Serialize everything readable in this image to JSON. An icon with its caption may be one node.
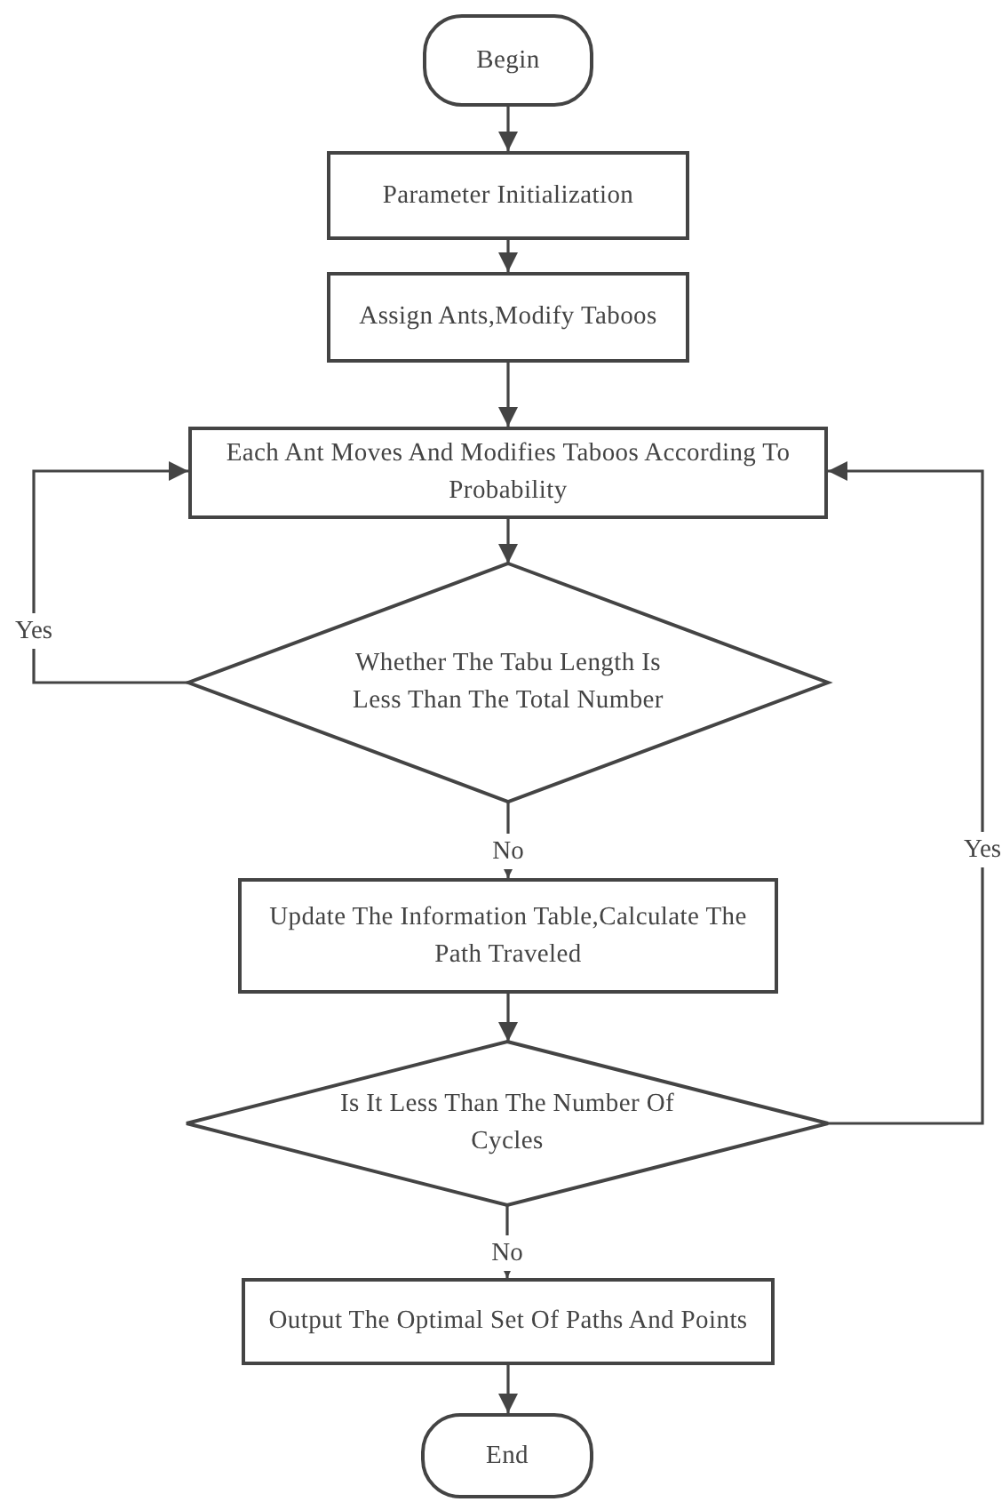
{
  "diagram": {
    "nodes": [
      {
        "text": [
          "Begin"
        ]
      },
      {
        "text": [
          "Parameter Initialization"
        ]
      },
      {
        "text": [
          "Assign Ants,Modify Taboos"
        ]
      },
      {
        "text": [
          "Each Ant Moves And Modifies Taboos According To Probability"
        ]
      },
      {
        "text": [
          "Whether The Tabu Length Is Less Than The Total Number"
        ]
      },
      {
        "text": [
          "Update The Information Table,Calculate The Path Traveled"
        ]
      },
      {
        "text": [
          "Is It Less Than The Number Of Cycles"
        ]
      },
      {
        "text": [
          "Output The Optimal Set Of Paths And Points"
        ]
      },
      {
        "text": [
          "End"
        ]
      }
    ],
    "edges": [
      {
        "from": 0,
        "to": 1,
        "arrow": "to"
      },
      {
        "from": 1,
        "to": 2,
        "arrow": "to"
      },
      {
        "from": 2,
        "to": 3,
        "arrow": "to"
      },
      {
        "from": 3,
        "to": 4,
        "arrow": "to"
      },
      {
        "from": 4,
        "to": 3,
        "arrow": "to",
        "label": "Yes"
      },
      {
        "from": 4,
        "to": 5,
        "arrow": "to",
        "label": "No"
      },
      {
        "from": 5,
        "to": 6,
        "arrow": "to"
      },
      {
        "from": 6,
        "to": 3,
        "arrow": "to",
        "label": "Yes"
      },
      {
        "from": 6,
        "to": 7,
        "arrow": "to",
        "label": "No"
      },
      {
        "from": 7,
        "to": 8,
        "arrow": "to"
      }
    ]
  }
}
